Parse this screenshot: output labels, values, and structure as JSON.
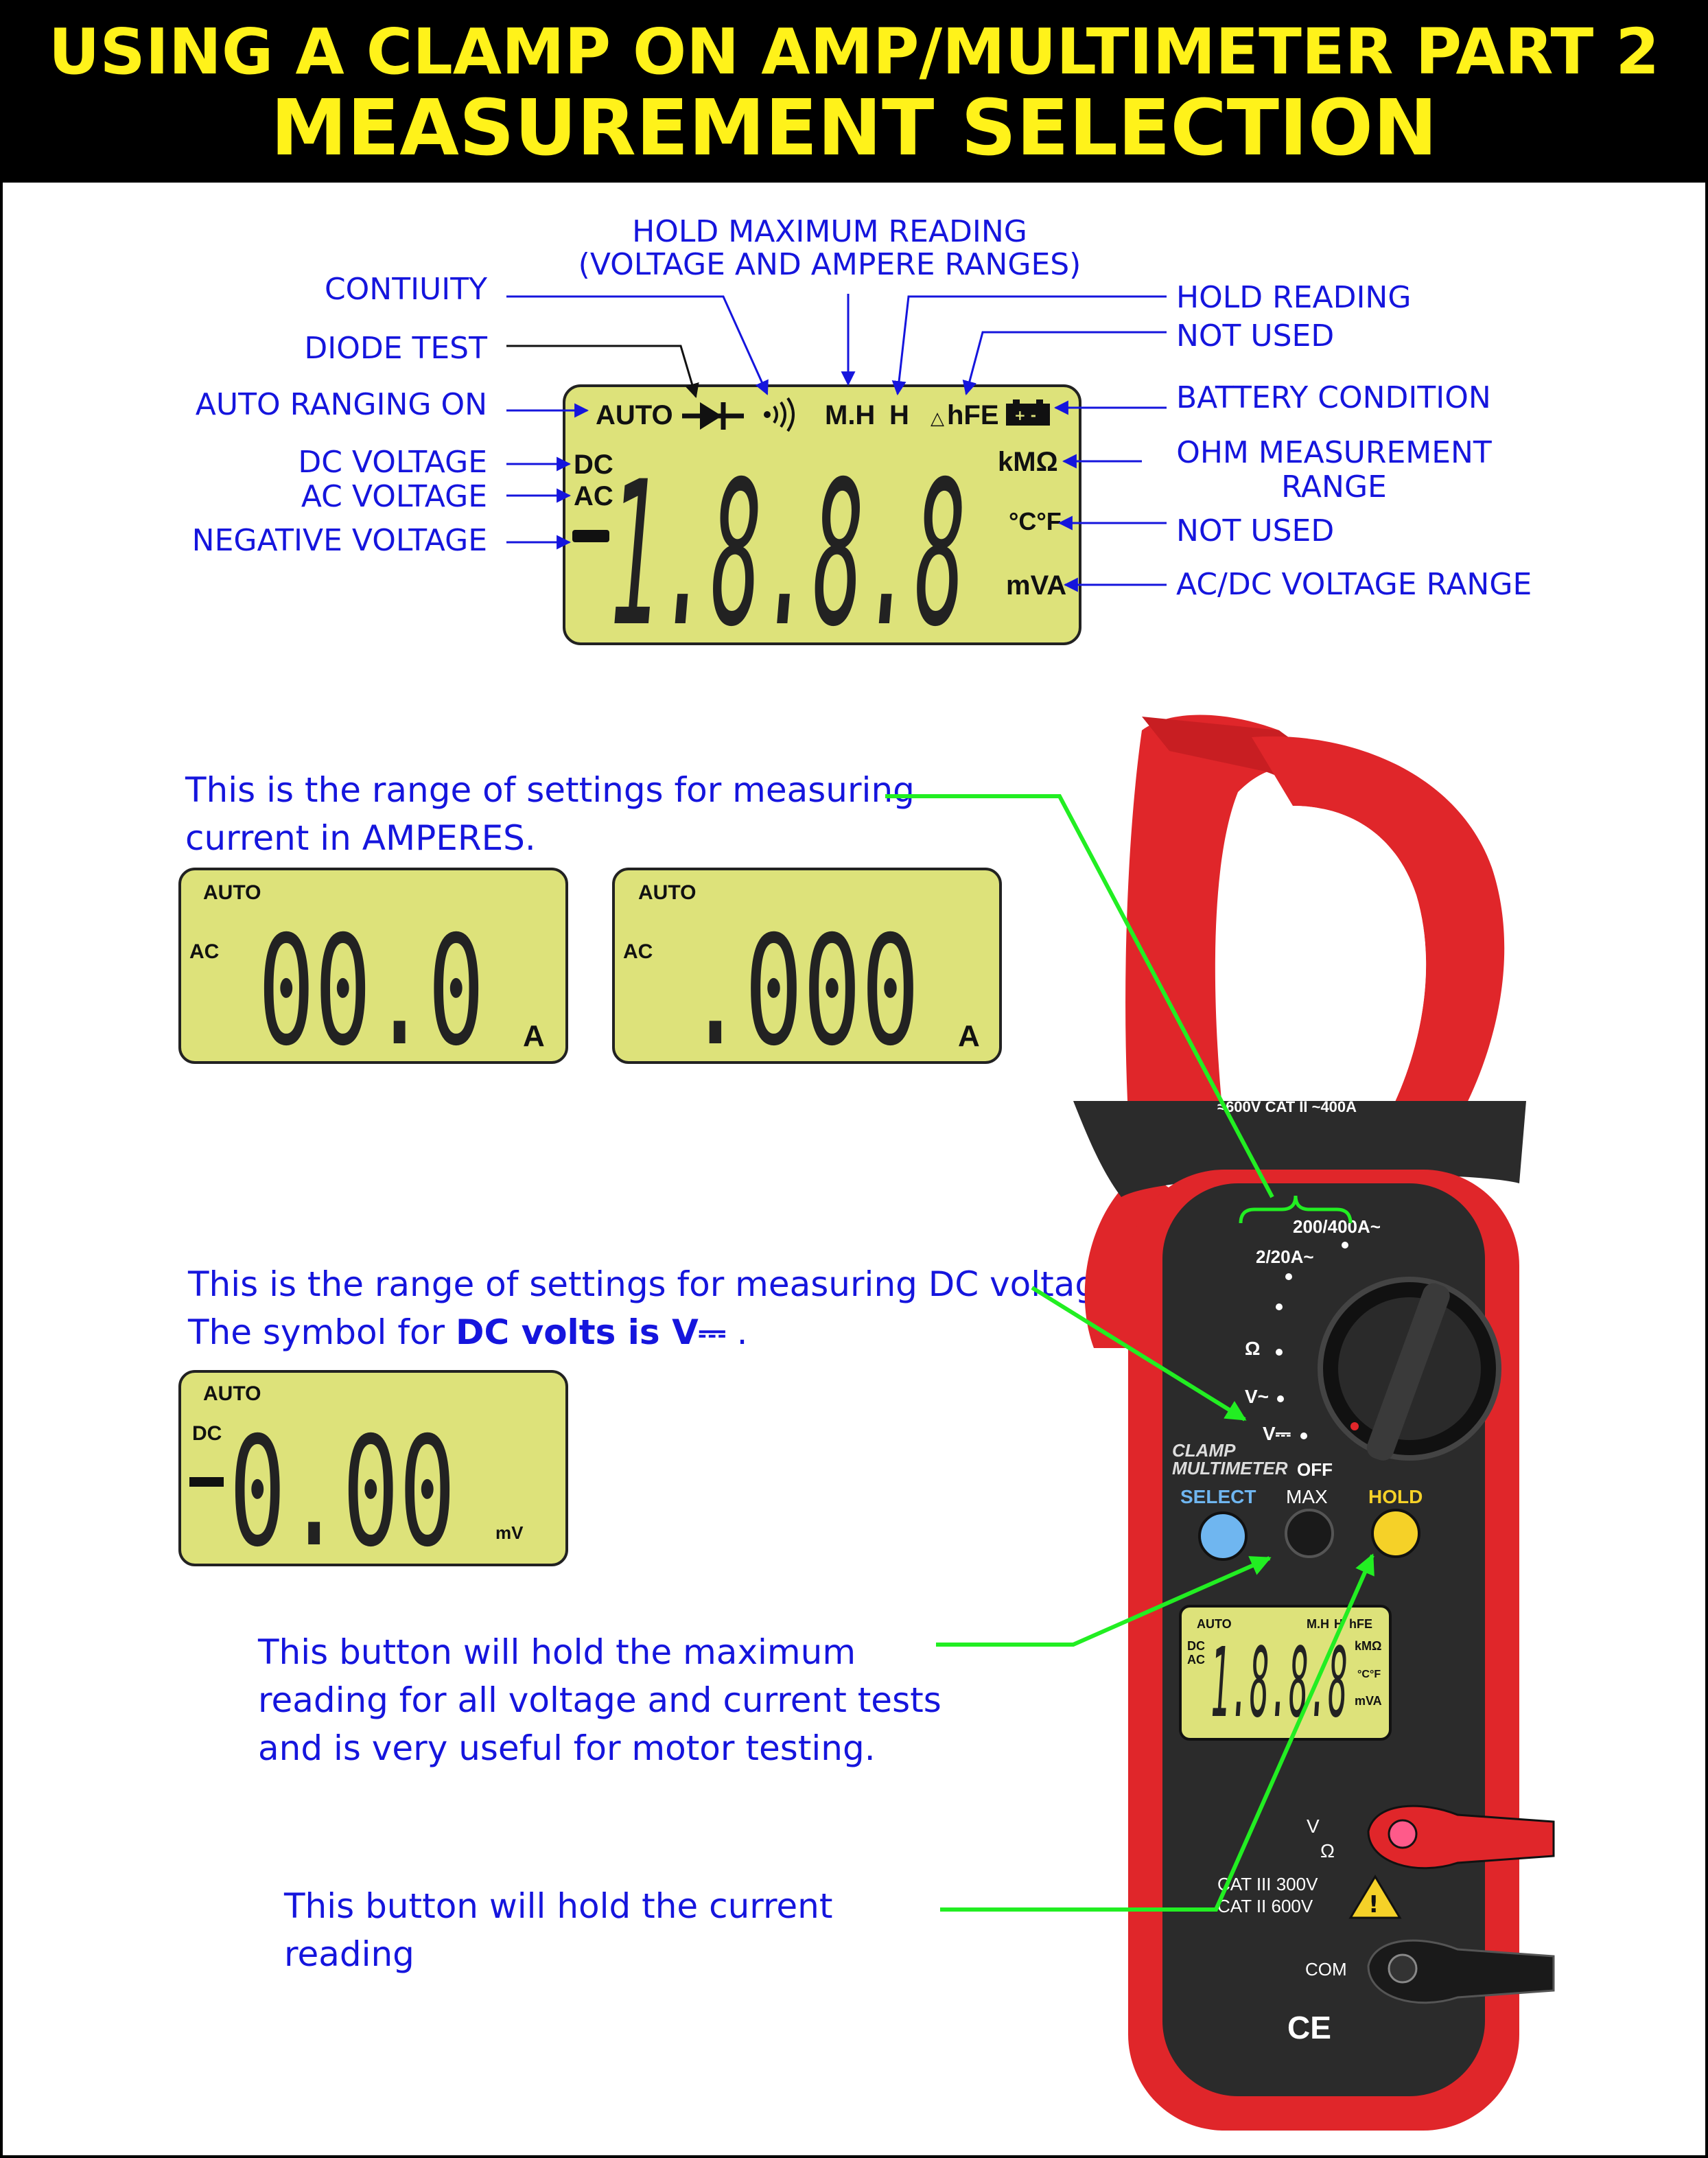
{
  "header": {
    "title_line1": "USING A CLAMP ON AMP/MULTIMETER PART 2",
    "title_line2": "MEASUREMENT SELECTION"
  },
  "lcd_labels": {
    "hold_max": "HOLD MAXIMUM READING",
    "hold_max_sub": "(VOLTAGE AND AMPERE RANGES)",
    "continuity": "CONTIUITY",
    "diode_test": "DIODE TEST",
    "auto_ranging": "AUTO RANGING ON",
    "dc_voltage": "DC VOLTAGE",
    "ac_voltage": "AC VOLTAGE",
    "negative_voltage": "NEGATIVE VOLTAGE",
    "hold_reading": "HOLD READING",
    "not_used_1": "NOT USED",
    "battery": "BATTERY CONDITION",
    "ohm_line1": "OHM MEASUREMENT",
    "ohm_line2": "RANGE",
    "not_used_2": "NOT USED",
    "acdc_range": "AC/DC VOLTAGE RANGE"
  },
  "main_lcd": {
    "auto": "AUTO",
    "dc": "DC",
    "ac": "AC",
    "mh": "M.H",
    "h": "H",
    "hfe": "hFE",
    "kohm": "kMΩ",
    "temp": "°C°F",
    "mva": "mVA",
    "digits": "1.8.8.8"
  },
  "notes": {
    "amps_line1": "This is the range of settings for measuring",
    "amps_line2": "current in AMPERES.",
    "dc_line1": "This is the range of settings for measuring DC voltage.",
    "dc_line2_prefix": "The symbol for ",
    "dc_line2_bold": "DC volts is V⎓",
    "dc_line2_suffix": " .",
    "max_line1": "This button will hold the maximum",
    "max_line2": "reading for all voltage and current tests",
    "max_line3": "and is very useful for motor testing.",
    "hold_line1": "This button will hold the current",
    "hold_line2": "reading"
  },
  "amp_lcd_1": {
    "auto": "AUTO",
    "mode": "AC",
    "digits": "00.0",
    "unit": "A"
  },
  "amp_lcd_2": {
    "auto": "AUTO",
    "mode": "AC",
    "digits": ".000",
    "unit": "A"
  },
  "dc_lcd": {
    "auto": "AUTO",
    "mode": "DC",
    "digits": "0.00",
    "unit": "mV"
  },
  "meter": {
    "rating": "≈600V CAT II ~400A",
    "range_200_400": "200/400A~",
    "range_2_20": "2/20A~",
    "ohm": "Ω",
    "vac": "V~",
    "vdc": "V⎓",
    "off": "OFF",
    "brand1": "CLAMP",
    "brand2": "MULTIMETER",
    "select": "SELECT",
    "max": "MAX",
    "hold": "HOLD",
    "small_lcd": {
      "auto": "AUTO",
      "mh": "M.H",
      "h": "H",
      "hfe": "hFE",
      "dc": "DC",
      "ac": "AC",
      "kohm": "kMΩ",
      "temp": "°C°F",
      "mva": "mVA",
      "digits": "1.8.8.8"
    },
    "jack_v": "V",
    "jack_ohm": "Ω",
    "cat3": "CAT III 300V",
    "cat2": "CAT II 600V",
    "com": "COM",
    "ce": "CE"
  },
  "colors": {
    "header_bg": "#000000",
    "title": "#fff21a",
    "label_blue": "#1515dd",
    "lcd_bg": "#dde27a",
    "pointer_green": "#22ee22",
    "meter_red": "#e0262a",
    "meter_dark": "#2b2b2b",
    "select_btn": "#6fb6f0",
    "hold_btn": "#f5d128"
  }
}
